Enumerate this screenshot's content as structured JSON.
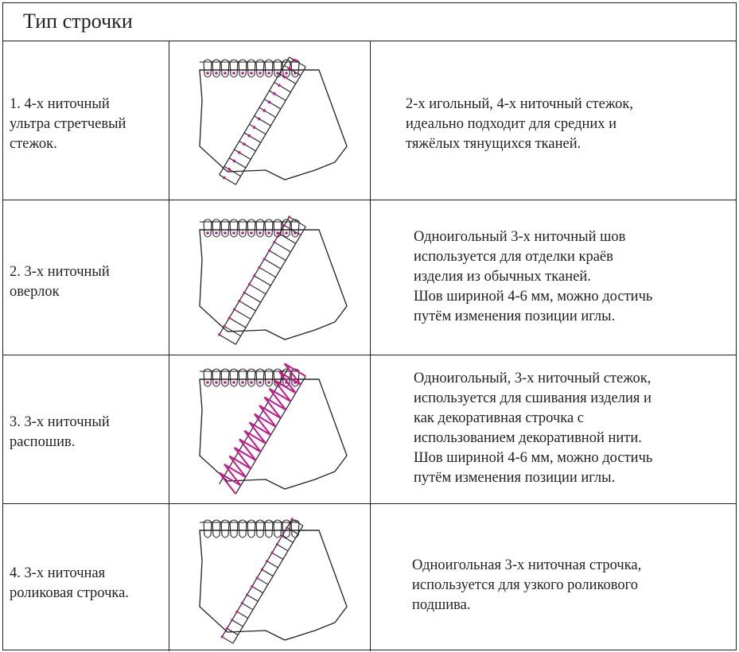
{
  "header": {
    "title": "Тип строчки"
  },
  "rows": [
    {
      "name_lines": [
        "1. 4-х ниточный",
        "ультра стретчевый",
        "стежок."
      ],
      "desc_lines": [
        "2-х игольный, 4-х ниточный стежок,",
        "идеально подходит для средних и",
        "тяжёлых тянущихся тканей."
      ],
      "illustration": "four-thread-ultra-stretch-stitch"
    },
    {
      "name_lines": [
        "2. 3-х ниточный",
        "оверлок"
      ],
      "desc_lines": [
        "Одноигольный 3-х ниточный шов",
        "используется для отделки краёв",
        "изделия из обычных тканей.",
        "Шов шириной 4-6 мм, можно достичь",
        "путём изменения позиции иглы."
      ],
      "illustration": "three-thread-overlock-stitch"
    },
    {
      "name_lines": [
        "3. 3-х ниточный",
        "распошив."
      ],
      "desc_lines": [
        "Одноигольный, 3-х ниточный стежок,",
        "используется для сшивания изделия и",
        "как декоративная строчка с",
        "использованием декоративной нити.",
        "Шов шириной 4-6 мм, можно достичь",
        "путём изменения позиции иглы."
      ],
      "illustration": "three-thread-flatlock-stitch"
    },
    {
      "name_lines": [
        "4. 3-х ниточная",
        "роликовая строчка."
      ],
      "desc_lines": [
        "Одноигольная 3-х ниточная строчка,",
        "используется для узкого роликового",
        "подшива."
      ],
      "illustration": "three-thread-rolled-hem-stitch"
    }
  ],
  "colors": {
    "ink": "#231f20",
    "accent": "#c4178e"
  }
}
